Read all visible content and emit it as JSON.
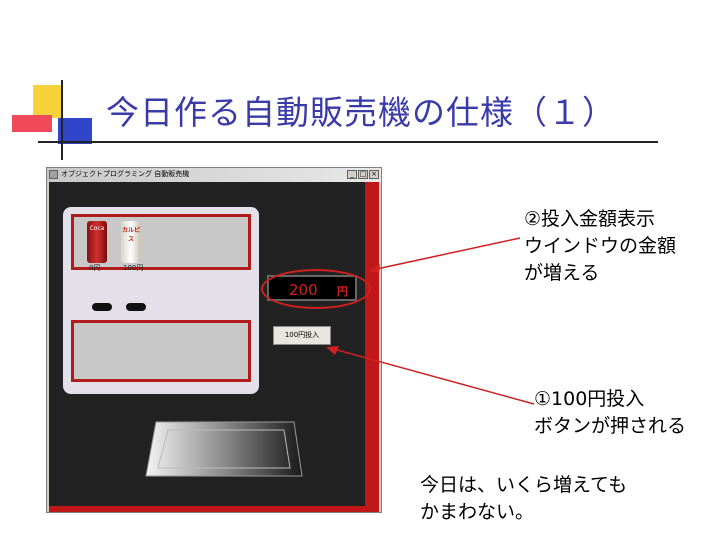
{
  "slide": {
    "title": "今日作る自動販売機の仕様（１）"
  },
  "window": {
    "title": "オブジェクトプログラミング 自動販売機",
    "minimize": "_",
    "maximize": "□",
    "close": "×"
  },
  "machine": {
    "products": [
      {
        "name": "Coca-Cola",
        "label": "Coca",
        "price": "0円"
      },
      {
        "name": "カルピス",
        "label": "カルピス",
        "price": "100円"
      }
    ],
    "amount": "200",
    "amount_unit": "円",
    "insert_button": "100円投入"
  },
  "annotations": {
    "callout1": [
      "②投入金額表示",
      "ウインドウの金額",
      "が増える"
    ],
    "callout2": [
      "①100円投入",
      "ボタンが押される"
    ],
    "callout3": [
      "今日は、いくら増えても",
      "かまわない。"
    ]
  },
  "colors": {
    "title": "#3a3aa8",
    "accent_red": "#c01818",
    "amount_text": "#d02020",
    "machine_bg": "#222222"
  }
}
